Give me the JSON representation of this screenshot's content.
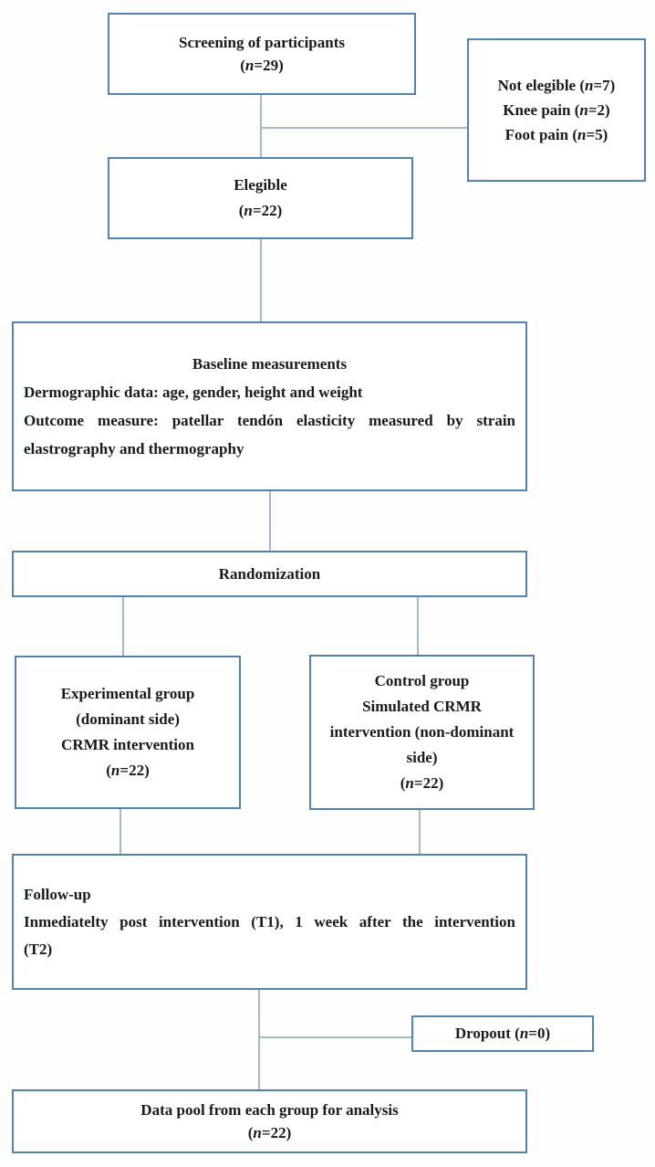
{
  "colors": {
    "box_border": "#4f81bd",
    "connector": "#9db9d5",
    "text": "#1a1a1a"
  },
  "boxes": {
    "screening": {
      "lines": [
        [
          {
            "t": "Screening of participants"
          }
        ],
        [
          {
            "t": "("
          },
          {
            "t": "n",
            "i": true
          },
          {
            "t": "=29)"
          }
        ]
      ]
    },
    "not_eligible": {
      "lines": [
        [
          {
            "t": "Not elegible ("
          },
          {
            "t": "n",
            "i": true
          },
          {
            "t": "=7)"
          }
        ],
        [
          {
            "t": "Knee pain ("
          },
          {
            "t": "n",
            "i": true
          },
          {
            "t": "=2)"
          }
        ],
        [
          {
            "t": "Foot pain ("
          },
          {
            "t": "n",
            "i": true
          },
          {
            "t": "=5)"
          }
        ]
      ]
    },
    "eligible": {
      "lines": [
        [
          {
            "t": "Elegible"
          }
        ],
        [
          {
            "t": "("
          },
          {
            "t": "n",
            "i": true
          },
          {
            "t": "=22)"
          }
        ]
      ]
    },
    "baseline": {
      "lines": [
        [
          {
            "t": "Baseline measurements"
          }
        ],
        [
          {
            "t": "Dermographic data: age, gender, height and weight"
          }
        ],
        [
          {
            "t": "Outcome measure: patellar tendón elasticity measured by strain"
          }
        ],
        [
          {
            "t": "elastrography and thermography"
          }
        ]
      ]
    },
    "randomization": {
      "lines": [
        [
          {
            "t": "Randomization"
          }
        ]
      ]
    },
    "experimental": {
      "lines": [
        [
          {
            "t": "Experimental group"
          }
        ],
        [
          {
            "t": "(dominant side)"
          }
        ],
        [
          {
            "t": "CRMR intervention"
          }
        ],
        [
          {
            "t": "("
          },
          {
            "t": "n",
            "i": true
          },
          {
            "t": "=22)"
          }
        ]
      ]
    },
    "control": {
      "lines": [
        [
          {
            "t": "Control group"
          }
        ],
        [
          {
            "t": "Simulated CRMR"
          }
        ],
        [
          {
            "t": "intervention (non-dominant"
          }
        ],
        [
          {
            "t": "side)"
          }
        ],
        [
          {
            "t": "("
          },
          {
            "t": "n",
            "i": true
          },
          {
            "t": "=22)"
          }
        ]
      ]
    },
    "followup": {
      "lines": [
        [
          {
            "t": "Follow-up"
          }
        ],
        [
          {
            "t": "Inmediatelty post intervention (T1), 1 week after the intervention"
          }
        ],
        [
          {
            "t": "(T2)"
          }
        ]
      ]
    },
    "dropout": {
      "lines": [
        [
          {
            "t": "Dropout ("
          },
          {
            "t": "n",
            "i": true
          },
          {
            "t": "=0)"
          }
        ]
      ]
    },
    "datapool": {
      "lines": [
        [
          {
            "t": "Data pool from each group for analysis"
          }
        ],
        [
          {
            "t": "("
          },
          {
            "t": "n",
            "i": true
          },
          {
            "t": "=22)"
          }
        ]
      ]
    }
  }
}
